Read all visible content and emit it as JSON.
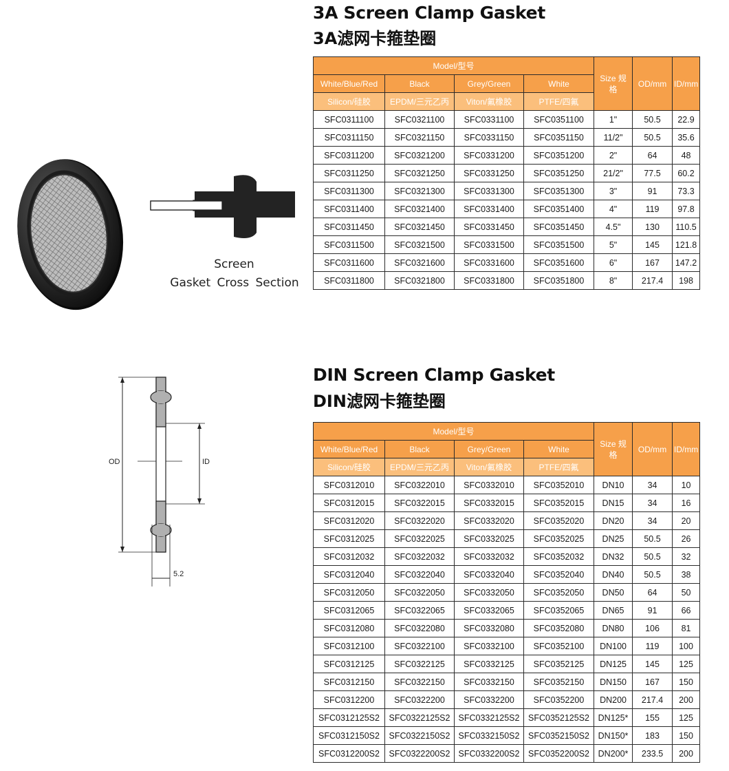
{
  "sections": [
    {
      "title_en": "3A Screen Clamp Gasket",
      "title_zh": "3A滤网卡箍垫圈",
      "header": {
        "model": "Model/型号",
        "colors": [
          "White/Blue/Red",
          "Black",
          "Grey/Green",
          "White"
        ],
        "materials": [
          "Silicon/硅胶",
          "EPDM/三元乙丙",
          "Viton/氟橡胶",
          "PTFE/四氟"
        ],
        "size": "Size 规格",
        "od": "OD/mm",
        "id": "ID/mm"
      },
      "rows": [
        [
          "SFC0311100",
          "SFC0321100",
          "SFC0331100",
          "SFC0351100",
          "1\"",
          "50.5",
          "22.9"
        ],
        [
          "SFC0311150",
          "SFC0321150",
          "SFC0331150",
          "SFC0351150",
          "11/2\"",
          "50.5",
          "35.6"
        ],
        [
          "SFC0311200",
          "SFC0321200",
          "SFC0331200",
          "SFC0351200",
          "2\"",
          "64",
          "48"
        ],
        [
          "SFC0311250",
          "SFC0321250",
          "SFC0331250",
          "SFC0351250",
          "21/2\"",
          "77.5",
          "60.2"
        ],
        [
          "SFC0311300",
          "SFC0321300",
          "SFC0331300",
          "SFC0351300",
          "3\"",
          "91",
          "73.3"
        ],
        [
          "SFC0311400",
          "SFC0321400",
          "SFC0331400",
          "SFC0351400",
          "4\"",
          "119",
          "97.8"
        ],
        [
          "SFC0311450",
          "SFC0321450",
          "SFC0331450",
          "SFC0351450",
          "4.5\"",
          "130",
          "110.5"
        ],
        [
          "SFC0311500",
          "SFC0321500",
          "SFC0331500",
          "SFC0351500",
          "5\"",
          "145",
          "121.8"
        ],
        [
          "SFC0311600",
          "SFC0321600",
          "SFC0331600",
          "SFC0351600",
          "6\"",
          "167",
          "147.2"
        ],
        [
          "SFC0311800",
          "SFC0321800",
          "SFC0331800",
          "SFC0351800",
          "8\"",
          "217.4",
          "198"
        ]
      ]
    },
    {
      "title_en": "DIN Screen Clamp Gasket",
      "title_zh": "DIN滤网卡箍垫圈",
      "header": {
        "model": "Model/型号",
        "colors": [
          "White/Blue/Red",
          "Black",
          "Grey/Green",
          "White"
        ],
        "materials": [
          "Silicon/硅胶",
          "EPDM/三元乙丙",
          "Viton/氟橡胶",
          "PTFE/四氟"
        ],
        "size": "Size 规格",
        "od": "OD/mm",
        "id": "ID/mm"
      },
      "rows": [
        [
          "SFC0312010",
          "SFC0322010",
          "SFC0332010",
          "SFC0352010",
          "DN10",
          "34",
          "10"
        ],
        [
          "SFC0312015",
          "SFC0322015",
          "SFC0332015",
          "SFC0352015",
          "DN15",
          "34",
          "16"
        ],
        [
          "SFC0312020",
          "SFC0322020",
          "SFC0332020",
          "SFC0352020",
          "DN20",
          "34",
          "20"
        ],
        [
          "SFC0312025",
          "SFC0322025",
          "SFC0332025",
          "SFC0352025",
          "DN25",
          "50.5",
          "26"
        ],
        [
          "SFC0312032",
          "SFC0322032",
          "SFC0332032",
          "SFC0352032",
          "DN32",
          "50.5",
          "32"
        ],
        [
          "SFC0312040",
          "SFC0322040",
          "SFC0332040",
          "SFC0352040",
          "DN40",
          "50.5",
          "38"
        ],
        [
          "SFC0312050",
          "SFC0322050",
          "SFC0332050",
          "SFC0352050",
          "DN50",
          "64",
          "50"
        ],
        [
          "SFC0312065",
          "SFC0322065",
          "SFC0332065",
          "SFC0352065",
          "DN65",
          "91",
          "66"
        ],
        [
          "SFC0312080",
          "SFC0322080",
          "SFC0332080",
          "SFC0352080",
          "DN80",
          "106",
          "81"
        ],
        [
          "SFC0312100",
          "SFC0322100",
          "SFC0332100",
          "SFC0352100",
          "DN100",
          "119",
          "100"
        ],
        [
          "SFC0312125",
          "SFC0322125",
          "SFC0332125",
          "SFC0352125",
          "DN125",
          "145",
          "125"
        ],
        [
          "SFC0312150",
          "SFC0322150",
          "SFC0332150",
          "SFC0352150",
          "DN150",
          "167",
          "150"
        ],
        [
          "SFC0312200",
          "SFC0322200",
          "SFC0332200",
          "SFC0352200",
          "DN200",
          "217.4",
          "200"
        ],
        [
          "SFC0312125S2",
          "SFC0322125S2",
          "SFC0332125S2",
          "SFC0352125S2",
          "DN125*",
          "155",
          "125"
        ],
        [
          "SFC0312150S2",
          "SFC0322150S2",
          "SFC0332150S2",
          "SFC0352150S2",
          "DN150*",
          "183",
          "150"
        ],
        [
          "SFC0312200S2",
          "SFC0322200S2",
          "SFC0332200S2",
          "SFC0352200S2",
          "DN200*",
          "233.5",
          "200"
        ]
      ]
    }
  ],
  "cross_section_caption": [
    "Screen",
    "Gasket Cross Section"
  ],
  "din_drawing": {
    "od_label": "OD",
    "id_label": "ID",
    "thickness_label": "5.2"
  },
  "colors": {
    "header": "#f6a04a",
    "header_light": "#fbbf7c",
    "border": "#2a2a2a",
    "gasket": "#222222"
  }
}
